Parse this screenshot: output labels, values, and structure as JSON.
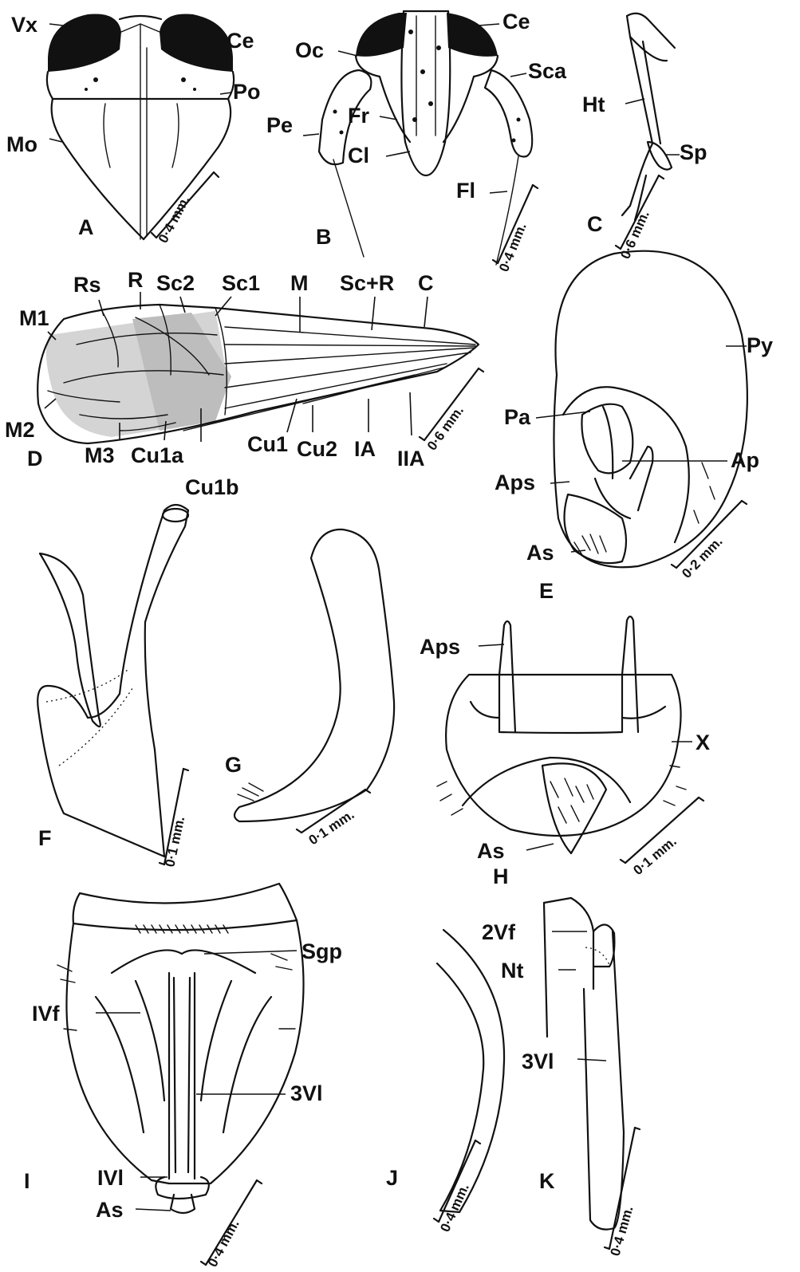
{
  "panels": [
    "A",
    "B",
    "C",
    "D",
    "E",
    "F",
    "G",
    "H",
    "I",
    "J",
    "K"
  ],
  "labels": {
    "A": [
      "Vx",
      "Ce",
      "Po",
      "Mo"
    ],
    "B": [
      "Oc",
      "Ce",
      "Sca",
      "Pe",
      "Fr",
      "Cl",
      "Fl"
    ],
    "C": [
      "Ht",
      "Sp"
    ],
    "D": [
      "Rs",
      "R",
      "Sc2",
      "Sc1",
      "M",
      "Sc+R",
      "C",
      "M1",
      "M2",
      "M3",
      "Cu1a",
      "Cu1b",
      "Cu1",
      "Cu2",
      "IA",
      "IIA"
    ],
    "E": [
      "Py",
      "Pa",
      "Ap",
      "Aps",
      "As"
    ],
    "H": [
      "Aps",
      "X",
      "As"
    ],
    "I": [
      "Sgp",
      "IVf",
      "3Vl",
      "IVl",
      "As"
    ],
    "K": [
      "2Vf",
      "Nt",
      "3Vl"
    ]
  },
  "scale_bars": {
    "A": "0·4 mm.",
    "B": "0·4 mm.",
    "C": "0·6 mm.",
    "D": "0·6 mm.",
    "E": "0·2 mm.",
    "F": "0·1 mm.",
    "G": "0·1 mm.",
    "H": "0·1 mm.",
    "I": "0·4 mm.",
    "J": "0·4 mm.",
    "K": "0·4 mm."
  }
}
